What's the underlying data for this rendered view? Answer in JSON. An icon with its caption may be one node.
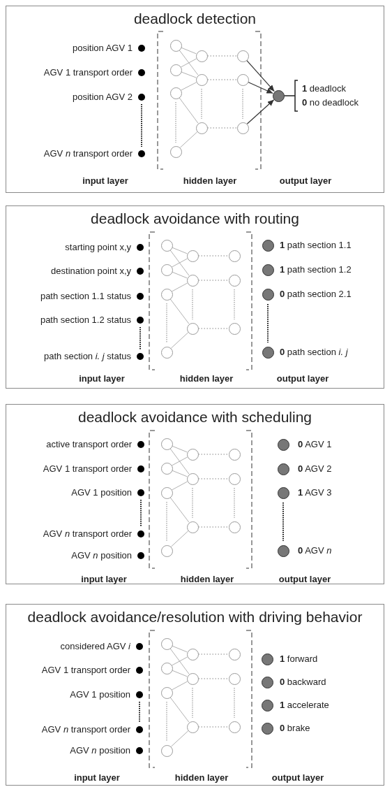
{
  "diagram": {
    "nodes": [
      {
        "text": [
          "deadlock detection",
          "input layer",
          "hidden layer",
          "output layer"
        ]
      },
      {
        "text": [],
        "shape": "circle",
        "in": 0,
        "beside": [
          "position AGV 1"
        ]
      },
      {
        "text": [],
        "shape": "circle",
        "in": 0,
        "beside": [
          "AGV 1 transport order"
        ]
      },
      {
        "text": [],
        "shape": "circle",
        "in": 0,
        "beside": [
          "position AGV 2"
        ]
      },
      {
        "text": [],
        "shape": "circle",
        "in": 0,
        "beside": [
          "AGV *n* transport order"
        ]
      },
      {
        "text": [],
        "shape": "circle",
        "in": 0
      },
      {
        "text": [],
        "shape": "circle",
        "in": 0
      },
      {
        "text": [],
        "shape": "circle",
        "in": 0
      },
      {
        "text": [],
        "shape": "circle",
        "in": 0
      },
      {
        "text": [],
        "shape": "circle",
        "in": 0
      },
      {
        "text": [],
        "shape": "circle",
        "in": 0
      },
      {
        "text": [],
        "shape": "circle",
        "in": 0
      },
      {
        "text": [],
        "shape": "circle",
        "in": 0
      },
      {
        "text": [],
        "shape": "circle",
        "in": 0
      },
      {
        "text": [],
        "shape": "circle",
        "in": 0
      },
      {
        "text": [],
        "shape": "circle",
        "in": 0,
        "beside": [
          "**1** deadlock",
          "**0** no deadlock"
        ]
      },
      {
        "text": [
          "deadlock avoidance with routing",
          "input layer",
          "hidden layer",
          "output layer"
        ]
      },
      {
        "text": [],
        "shape": "circle",
        "in": 16,
        "beside": [
          "starting point x,y"
        ]
      },
      {
        "text": [],
        "shape": "circle",
        "in": 16,
        "beside": [
          "destination point x,y"
        ]
      },
      {
        "text": [],
        "shape": "circle",
        "in": 16,
        "beside": [
          "path section 1.1 status"
        ]
      },
      {
        "text": [],
        "shape": "circle",
        "in": 16,
        "beside": [
          "path section 1.2 status"
        ]
      },
      {
        "text": [],
        "shape": "circle",
        "in": 16,
        "beside": [
          "path section *i. j* status"
        ]
      },
      {
        "text": [],
        "shape": "circle",
        "in": 16
      },
      {
        "text": [],
        "shape": "circle",
        "in": 16
      },
      {
        "text": [],
        "shape": "circle",
        "in": 16
      },
      {
        "text": [],
        "shape": "circle",
        "in": 16
      },
      {
        "text": [],
        "shape": "circle",
        "in": 16
      },
      {
        "text": [],
        "shape": "circle",
        "in": 16
      },
      {
        "text": [],
        "shape": "circle",
        "in": 16
      },
      {
        "text": [],
        "shape": "circle",
        "in": 16
      },
      {
        "text": [],
        "shape": "circle",
        "in": 16
      },
      {
        "text": [],
        "shape": "circle",
        "in": 16
      },
      {
        "text": [],
        "shape": "circle",
        "in": 16,
        "beside": [
          "**1** path section 1.1"
        ]
      },
      {
        "text": [],
        "shape": "circle",
        "in": 16,
        "beside": [
          "**1** path section 1.2"
        ]
      },
      {
        "text": [],
        "shape": "circle",
        "in": 16,
        "beside": [
          "**0** path section 2.1"
        ]
      },
      {
        "text": [],
        "shape": "circle",
        "in": 16,
        "beside": [
          "**0** path section *i. j*"
        ]
      },
      {
        "text": [
          "deadlock avoidance with scheduling",
          "input layer",
          "hidden layer",
          "output layer"
        ]
      },
      {
        "text": [],
        "shape": "circle",
        "in": 36,
        "beside": [
          "active transport order"
        ]
      },
      {
        "text": [],
        "shape": "circle",
        "in": 36,
        "beside": [
          "AGV 1 transport order"
        ]
      },
      {
        "text": [],
        "shape": "circle",
        "in": 36,
        "beside": [
          "AGV 1 position"
        ]
      },
      {
        "text": [],
        "shape": "circle",
        "in": 36,
        "beside": [
          "AGV *n* transport order"
        ]
      },
      {
        "text": [],
        "shape": "circle",
        "in": 36,
        "beside": [
          "AGV *n* position"
        ]
      },
      {
        "text": [],
        "shape": "circle",
        "in": 36
      },
      {
        "text": [],
        "shape": "circle",
        "in": 36
      },
      {
        "text": [],
        "shape": "circle",
        "in": 36
      },
      {
        "text": [],
        "shape": "circle",
        "in": 36
      },
      {
        "text": [],
        "shape": "circle",
        "in": 36
      },
      {
        "text": [],
        "shape": "circle",
        "in": 36
      },
      {
        "text": [],
        "shape": "circle",
        "in": 36
      },
      {
        "text": [],
        "shape": "circle",
        "in": 36
      },
      {
        "text": [],
        "shape": "circle",
        "in": 36
      },
      {
        "text": [],
        "shape": "circle",
        "in": 36
      },
      {
        "text": [],
        "shape": "circle",
        "in": 36,
        "beside": [
          "**0** AGV 1"
        ]
      },
      {
        "text": [],
        "shape": "circle",
        "in": 36,
        "beside": [
          "**0** AGV 2"
        ]
      },
      {
        "text": [],
        "shape": "circle",
        "in": 36,
        "beside": [
          "**1** AGV 3"
        ]
      },
      {
        "text": [],
        "shape": "circle",
        "in": 36,
        "beside": [
          "**0** AGV *n*"
        ]
      },
      {
        "text": [
          "deadlock avoidance/resolution with driving behavior",
          "input layer",
          "hidden layer",
          "output layer"
        ]
      },
      {
        "text": [],
        "shape": "circle",
        "in": 56,
        "beside": [
          "considered AGV *i*"
        ]
      },
      {
        "text": [],
        "shape": "circle",
        "in": 56,
        "beside": [
          "AGV 1 transport order"
        ]
      },
      {
        "text": [],
        "shape": "circle",
        "in": 56,
        "beside": [
          "AGV 1 position"
        ]
      },
      {
        "text": [],
        "shape": "circle",
        "in": 56,
        "beside": [
          "AGV *n* transport order"
        ]
      },
      {
        "text": [],
        "shape": "circle",
        "in": 56,
        "beside": [
          "AGV *n* position"
        ]
      },
      {
        "text": [],
        "shape": "circle",
        "in": 56
      },
      {
        "text": [],
        "shape": "circle",
        "in": 56
      },
      {
        "text": [],
        "shape": "circle",
        "in": 56
      },
      {
        "text": [],
        "shape": "circle",
        "in": 56
      },
      {
        "text": [],
        "shape": "circle",
        "in": 56
      },
      {
        "text": [],
        "shape": "circle",
        "in": 56
      },
      {
        "text": [],
        "shape": "circle",
        "in": 56
      },
      {
        "text": [],
        "shape": "circle",
        "in": 56
      },
      {
        "text": [],
        "shape": "circle",
        "in": 56
      },
      {
        "text": [],
        "shape": "circle",
        "in": 56
      },
      {
        "text": [],
        "shape": "circle",
        "in": 56,
        "beside": [
          "**1** forward"
        ]
      },
      {
        "text": [],
        "shape": "circle",
        "in": 56,
        "beside": [
          "**0** backward"
        ]
      },
      {
        "text": [],
        "shape": "circle",
        "in": 56,
        "beside": [
          "**1** accelerate"
        ]
      },
      {
        "text": [],
        "shape": "circle",
        "in": 56,
        "beside": [
          "**0** brake"
        ]
      }
    ],
    "edges": [
      {
        "from": 5,
        "to": 9,
        "arrow": "none"
      },
      {
        "from": 5,
        "to": 10,
        "arrow": "none"
      },
      {
        "from": 6,
        "to": 9,
        "arrow": "none"
      },
      {
        "from": 6,
        "to": 10,
        "arrow": "none"
      },
      {
        "from": 7,
        "to": 10,
        "arrow": "none"
      },
      {
        "from": 7,
        "to": 11,
        "arrow": "none"
      },
      {
        "from": 8,
        "to": 11,
        "arrow": "none"
      },
      {
        "from": 9,
        "to": 12,
        "arrow": "none",
        "style": "dashed"
      },
      {
        "from": 10,
        "to": 13,
        "arrow": "none",
        "style": "dashed"
      },
      {
        "from": 11,
        "to": 14,
        "arrow": "none",
        "style": "dashed"
      },
      {
        "from": 12,
        "to": 15,
        "arrow": "to",
        "color": "#333333"
      },
      {
        "from": 13,
        "to": 15,
        "arrow": "to",
        "color": "#333333"
      },
      {
        "from": 14,
        "to": 15,
        "arrow": "to",
        "color": "#333333"
      },
      {
        "from": 22,
        "to": 26,
        "arrow": "none"
      },
      {
        "from": 22,
        "to": 27,
        "arrow": "none"
      },
      {
        "from": 23,
        "to": 26,
        "arrow": "none"
      },
      {
        "from": 23,
        "to": 27,
        "arrow": "none"
      },
      {
        "from": 24,
        "to": 27,
        "arrow": "none"
      },
      {
        "from": 24,
        "to": 28,
        "arrow": "none"
      },
      {
        "from": 25,
        "to": 28,
        "arrow": "none"
      },
      {
        "from": 26,
        "to": 29,
        "arrow": "none",
        "style": "dashed"
      },
      {
        "from": 27,
        "to": 30,
        "arrow": "none",
        "style": "dashed"
      },
      {
        "from": 28,
        "to": 31,
        "arrow": "none",
        "style": "dashed"
      },
      {
        "from": 42,
        "to": 46,
        "arrow": "none"
      },
      {
        "from": 42,
        "to": 47,
        "arrow": "none"
      },
      {
        "from": 43,
        "to": 46,
        "arrow": "none"
      },
      {
        "from": 43,
        "to": 47,
        "arrow": "none"
      },
      {
        "from": 44,
        "to": 47,
        "arrow": "none"
      },
      {
        "from": 44,
        "to": 48,
        "arrow": "none"
      },
      {
        "from": 45,
        "to": 48,
        "arrow": "none"
      },
      {
        "from": 46,
        "to": 49,
        "arrow": "none",
        "style": "dashed"
      },
      {
        "from": 47,
        "to": 50,
        "arrow": "none",
        "style": "dashed"
      },
      {
        "from": 48,
        "to": 51,
        "arrow": "none",
        "style": "dashed"
      },
      {
        "from": 62,
        "to": 66,
        "arrow": "none"
      },
      {
        "from": 62,
        "to": 67,
        "arrow": "none"
      },
      {
        "from": 63,
        "to": 66,
        "arrow": "none"
      },
      {
        "from": 63,
        "to": 67,
        "arrow": "none"
      },
      {
        "from": 64,
        "to": 67,
        "arrow": "none"
      },
      {
        "from": 64,
        "to": 68,
        "arrow": "none"
      },
      {
        "from": 65,
        "to": 68,
        "arrow": "none"
      },
      {
        "from": 66,
        "to": 69,
        "arrow": "none",
        "style": "dashed"
      },
      {
        "from": 67,
        "to": 70,
        "arrow": "none",
        "style": "dashed"
      },
      {
        "from": 68,
        "to": 71,
        "arrow": "none",
        "style": "dashed"
      }
    ]
  }
}
